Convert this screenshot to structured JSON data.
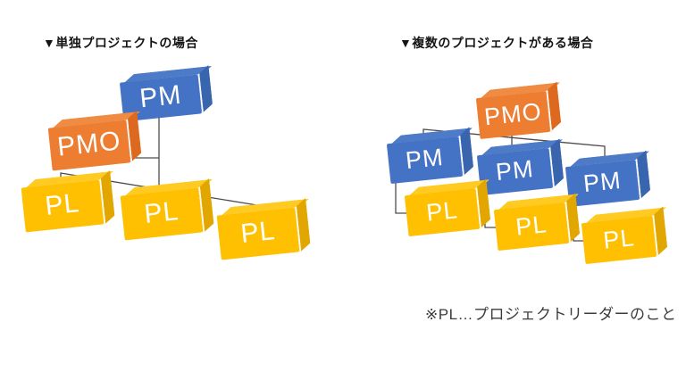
{
  "canvas": {
    "background": "#ffffff"
  },
  "palette": {
    "pm_blue": "#4472C4",
    "pm_blue_side": "#3965AF",
    "pmo_orange": "#ED7D31",
    "pmo_orange_side": "#DC691E",
    "pl_yellow": "#FFC002",
    "pl_yellow_side": "#E2A600",
    "connector_line": "#4d4d4d",
    "box_text": "#ffffff",
    "title_text": "#141414",
    "footnote_text": "#3c3c3c"
  },
  "left_diagram": {
    "title": "▼単独プロジェクトの場合",
    "nodes": [
      {
        "label": "PM",
        "color": "blue"
      },
      {
        "label": "PMO",
        "color": "orange"
      },
      {
        "label": "PL",
        "color": "yellow"
      },
      {
        "label": "PL",
        "color": "yellow"
      },
      {
        "label": "PL",
        "color": "yellow"
      }
    ]
  },
  "right_diagram": {
    "title": "▼複数のプロジェクトがある場合",
    "nodes": [
      {
        "label": "PMO",
        "color": "orange"
      },
      {
        "label": "PM",
        "color": "blue"
      },
      {
        "label": "PM",
        "color": "blue"
      },
      {
        "label": "PM",
        "color": "blue"
      },
      {
        "label": "PL",
        "color": "yellow"
      },
      {
        "label": "PL",
        "color": "yellow"
      },
      {
        "label": "PL",
        "color": "yellow"
      }
    ]
  },
  "footnote": "※PL…プロジェクトリーダーのこと"
}
